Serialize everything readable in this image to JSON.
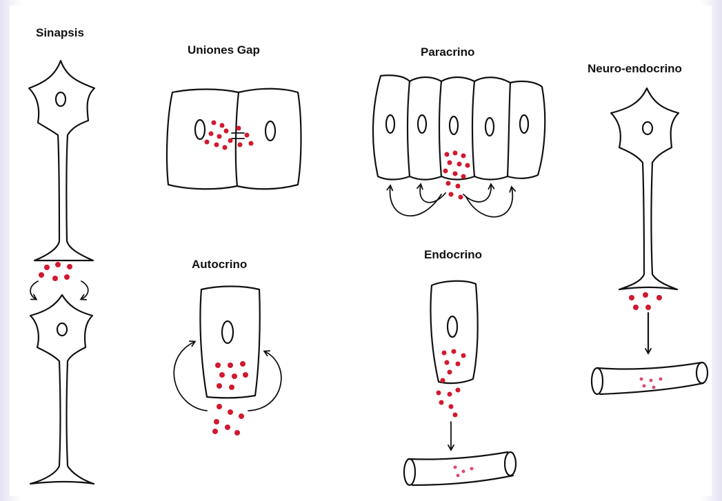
{
  "labels": {
    "sinapsis": "Sinapsis",
    "uniones_gap": "Uniones Gap",
    "paracrino": "Paracrino",
    "neuro_endocrino": "Neuro-endocrino",
    "autocrino": "Autocrino",
    "endocrino": "Endocrino"
  },
  "colors": {
    "ink": "#111111",
    "signal_dots": "#d1192f",
    "background_tint": "#e6e2f3"
  }
}
